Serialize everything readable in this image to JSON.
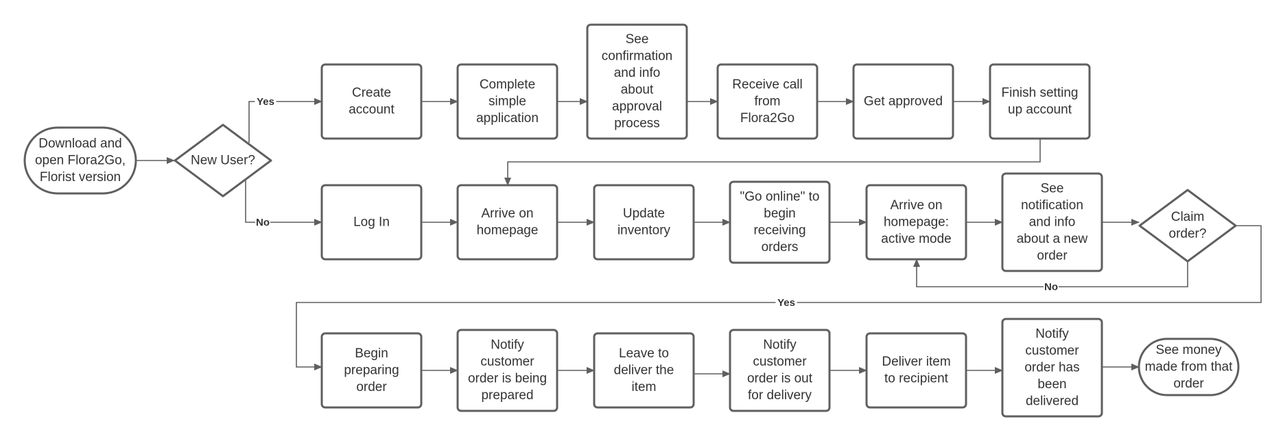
{
  "diagram": {
    "nodes": [
      {
        "id": "download",
        "shape": "terminal",
        "lines": [
          "Download and",
          "open Flora2Go,",
          "Florist version"
        ]
      },
      {
        "id": "new-user",
        "shape": "decision",
        "lines": [
          "New User?"
        ]
      },
      {
        "id": "create-account",
        "shape": "process",
        "lines": [
          "Create",
          "account"
        ]
      },
      {
        "id": "complete-application",
        "shape": "process",
        "lines": [
          "Complete",
          "simple",
          "application"
        ]
      },
      {
        "id": "see-confirmation",
        "shape": "process",
        "lines": [
          "See",
          "confirmation",
          "and info",
          "about",
          "approval",
          "process"
        ]
      },
      {
        "id": "receive-call",
        "shape": "process",
        "lines": [
          "Receive call",
          "from",
          "Flora2Go"
        ]
      },
      {
        "id": "get-approved",
        "shape": "process",
        "lines": [
          "Get approved"
        ]
      },
      {
        "id": "finish-setup",
        "shape": "process",
        "lines": [
          "Finish setting",
          "up account"
        ]
      },
      {
        "id": "log-in",
        "shape": "process",
        "lines": [
          "Log In"
        ]
      },
      {
        "id": "arrive-homepage",
        "shape": "process",
        "lines": [
          "Arrive on",
          "homepage"
        ]
      },
      {
        "id": "update-inventory",
        "shape": "process",
        "lines": [
          "Update",
          "inventory"
        ]
      },
      {
        "id": "go-online",
        "shape": "process",
        "lines": [
          "\"Go online\" to",
          "begin",
          "receiving",
          "orders"
        ]
      },
      {
        "id": "arrive-active",
        "shape": "process",
        "lines": [
          "Arrive on",
          "homepage:",
          "active mode"
        ]
      },
      {
        "id": "see-notification",
        "shape": "process",
        "lines": [
          "See",
          "notification",
          "and info",
          "about a new",
          "order"
        ]
      },
      {
        "id": "claim-order",
        "shape": "decision",
        "lines": [
          "Claim",
          "order?"
        ]
      },
      {
        "id": "begin-preparing",
        "shape": "process",
        "lines": [
          "Begin",
          "preparing",
          "order"
        ]
      },
      {
        "id": "notify-prepared",
        "shape": "process",
        "lines": [
          "Notify",
          "customer",
          "order is being",
          "prepared"
        ]
      },
      {
        "id": "leave-deliver",
        "shape": "process",
        "lines": [
          "Leave to",
          "deliver the",
          "item"
        ]
      },
      {
        "id": "notify-out",
        "shape": "process",
        "lines": [
          "Notify",
          "customer",
          "order is out",
          "for delivery"
        ]
      },
      {
        "id": "deliver-item",
        "shape": "process",
        "lines": [
          "Deliver item",
          "to recipient"
        ]
      },
      {
        "id": "notify-delivered",
        "shape": "process",
        "lines": [
          "Notify",
          "customer",
          "order has",
          "been",
          "delivered"
        ]
      },
      {
        "id": "see-money",
        "shape": "terminal",
        "lines": [
          "See money",
          "made from that",
          "order"
        ]
      }
    ],
    "edges": [
      {
        "from": "download",
        "to": "new-user",
        "label": ""
      },
      {
        "from": "new-user",
        "to": "create-account",
        "label": "Yes"
      },
      {
        "from": "new-user",
        "to": "log-in",
        "label": "No"
      },
      {
        "from": "create-account",
        "to": "complete-application",
        "label": ""
      },
      {
        "from": "complete-application",
        "to": "see-confirmation",
        "label": ""
      },
      {
        "from": "see-confirmation",
        "to": "receive-call",
        "label": ""
      },
      {
        "from": "receive-call",
        "to": "get-approved",
        "label": ""
      },
      {
        "from": "get-approved",
        "to": "finish-setup",
        "label": ""
      },
      {
        "from": "finish-setup",
        "to": "arrive-homepage",
        "label": ""
      },
      {
        "from": "log-in",
        "to": "arrive-homepage",
        "label": ""
      },
      {
        "from": "arrive-homepage",
        "to": "update-inventory",
        "label": ""
      },
      {
        "from": "update-inventory",
        "to": "go-online",
        "label": ""
      },
      {
        "from": "go-online",
        "to": "arrive-active",
        "label": ""
      },
      {
        "from": "arrive-active",
        "to": "see-notification",
        "label": ""
      },
      {
        "from": "see-notification",
        "to": "claim-order",
        "label": ""
      },
      {
        "from": "claim-order",
        "to": "arrive-active",
        "label": "No"
      },
      {
        "from": "claim-order",
        "to": "begin-preparing",
        "label": "Yes"
      },
      {
        "from": "begin-preparing",
        "to": "notify-prepared",
        "label": ""
      },
      {
        "from": "notify-prepared",
        "to": "leave-deliver",
        "label": ""
      },
      {
        "from": "leave-deliver",
        "to": "notify-out",
        "label": ""
      },
      {
        "from": "notify-out",
        "to": "deliver-item",
        "label": ""
      },
      {
        "from": "deliver-item",
        "to": "notify-delivered",
        "label": ""
      },
      {
        "from": "notify-delivered",
        "to": "see-money",
        "label": ""
      }
    ]
  }
}
